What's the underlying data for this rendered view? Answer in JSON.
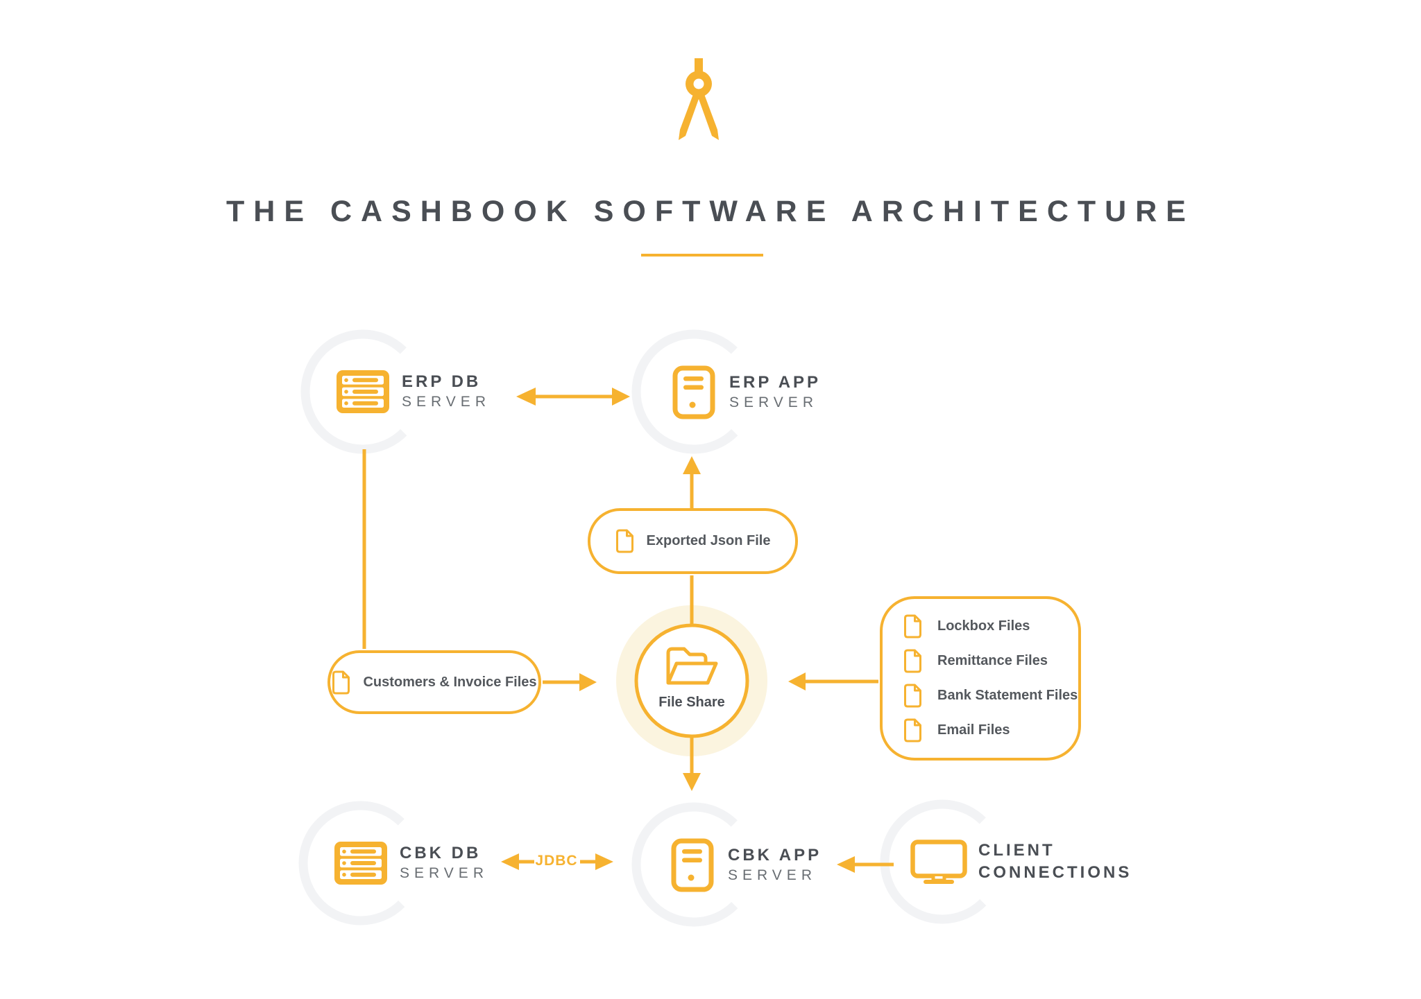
{
  "title": "THE CASHBOOK SOFTWARE ARCHITECTURE",
  "palette": {
    "yellow": "#F6B230",
    "dark_text": "#4A4E54",
    "muted_text": "#686D72",
    "ring_gray": "#F2F3F5",
    "glow": "#FBF4DF"
  },
  "header": {
    "icon": "compass-icon"
  },
  "nodes": {
    "erp_db": {
      "line1": "ERP DB",
      "line2": "SERVER",
      "icon": "database-icon"
    },
    "erp_app": {
      "line1": "ERP APP",
      "line2": "SERVER",
      "icon": "app-server-icon"
    },
    "cbk_db": {
      "line1": "CBK DB",
      "line2": "SERVER",
      "icon": "database-icon"
    },
    "cbk_app": {
      "line1": "CBK APP",
      "line2": "SERVER",
      "icon": "app-server-icon"
    },
    "client": {
      "line1": "CLIENT",
      "line2": "CONNECTIONS",
      "icon": "monitor-icon"
    },
    "file_share": {
      "label": "File Share",
      "icon": "folder-icon"
    }
  },
  "boxes": {
    "exported": {
      "label": "Exported Json File",
      "icon": "file-icon"
    },
    "customers": {
      "label": "Customers & Invoice Files",
      "icon": "file-icon"
    },
    "files": {
      "icon": "file-icon",
      "items": [
        "Lockbox Files",
        "Remittance Files",
        "Bank Statement Files",
        "Email Files"
      ]
    }
  },
  "edges": {
    "jdbc_label": "JDBC"
  }
}
